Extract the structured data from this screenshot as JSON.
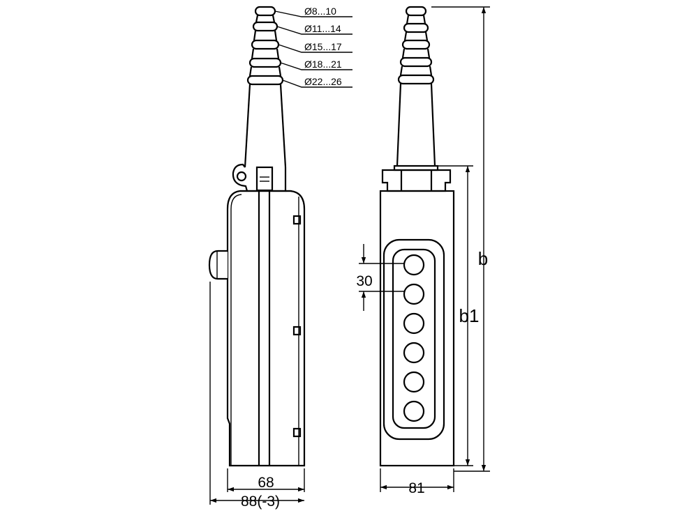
{
  "cable_diameters": [
    "Ø8...10",
    "Ø11...14",
    "Ø15...17",
    "Ø18...21",
    "Ø22...26"
  ],
  "dimensions": {
    "side_depth": "68",
    "side_depth_with_button": "88(-3)",
    "front_width": "81",
    "button_pitch": "30",
    "total_height": "b",
    "housing_height": "b1"
  },
  "button_count": 6,
  "colors": {
    "line": "#000000",
    "background": "#ffffff"
  }
}
